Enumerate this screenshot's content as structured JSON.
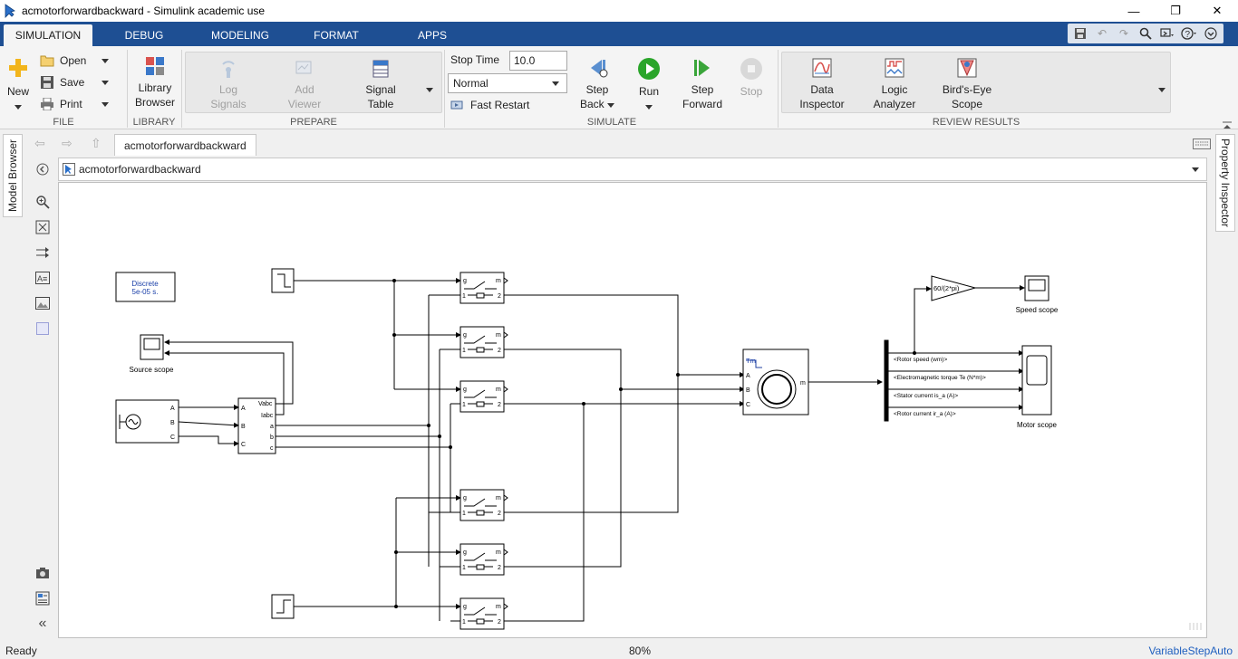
{
  "window": {
    "title": "acmotorforwardbackward - Simulink academic use",
    "minimize": "—",
    "restore": "❐",
    "close": "✕"
  },
  "tabs": [
    "SIMULATION",
    "DEBUG",
    "MODELING",
    "FORMAT",
    "APPS"
  ],
  "active_tab": "SIMULATION",
  "ribbon": {
    "file": {
      "new": "New",
      "open": "Open",
      "save": "Save",
      "print": "Print",
      "label": "FILE"
    },
    "library": {
      "library_browser_line1": "Library",
      "library_browser_line2": "Browser",
      "label": "LIBRARY"
    },
    "prepare": {
      "log_signals_line1": "Log",
      "log_signals_line2": "Signals",
      "add_viewer_line1": "Add",
      "add_viewer_line2": "Viewer",
      "signal_table_line1": "Signal",
      "signal_table_line2": "Table",
      "label": "PREPARE"
    },
    "simulate": {
      "stop_time_label": "Stop Time",
      "stop_time_value": "10.0",
      "mode": "Normal",
      "fast_restart": "Fast Restart",
      "step_back_line1": "Step",
      "step_back_line2": "Back",
      "run": "Run",
      "step_forward_line1": "Step",
      "step_forward_line2": "Forward",
      "stop": "Stop",
      "label": "SIMULATE"
    },
    "review": {
      "data_inspector_line1": "Data",
      "data_inspector_line2": "Inspector",
      "logic_analyzer_line1": "Logic",
      "logic_analyzer_line2": "Analyzer",
      "birds_eye_line1": "Bird's-Eye",
      "birds_eye_line2": "Scope",
      "label": "REVIEW RESULTS"
    }
  },
  "side": {
    "model_browser": "Model Browser",
    "property_inspector": "Property Inspector"
  },
  "document_tab": "acmotorforwardbackward",
  "address": "acmotorforwardbackward",
  "diagram": {
    "powergui_line1": "Discrete",
    "powergui_line2": "5e-05 s.",
    "source_scope": "Source scope",
    "speed_scope": "Speed scope",
    "motor_scope": "Motor scope",
    "gain": "60/(2*pi)",
    "source_ports": [
      "A",
      "B",
      "C"
    ],
    "vi_out_ports": [
      "Vabc",
      "Iabc"
    ],
    "vi_in_ports": [
      "A",
      "B",
      "C"
    ],
    "vi_right_ports": [
      "a",
      "b",
      "c"
    ],
    "switch_g": "g",
    "switch_m": "m",
    "switch_1": "1",
    "switch_2": "2",
    "motor_tm": "Tm",
    "motor_m": "m",
    "motor_ports": [
      "A",
      "B",
      "C"
    ],
    "bus_signals": [
      "<Rotor speed (wm)>",
      "<Electromagnetic torque Te (N*m)>",
      "<Stator current is_a (A)>",
      "<Rotor current ir_a (A)>"
    ]
  },
  "status": {
    "left": "Ready",
    "zoom": "80%",
    "solver": "VariableStepAuto"
  }
}
